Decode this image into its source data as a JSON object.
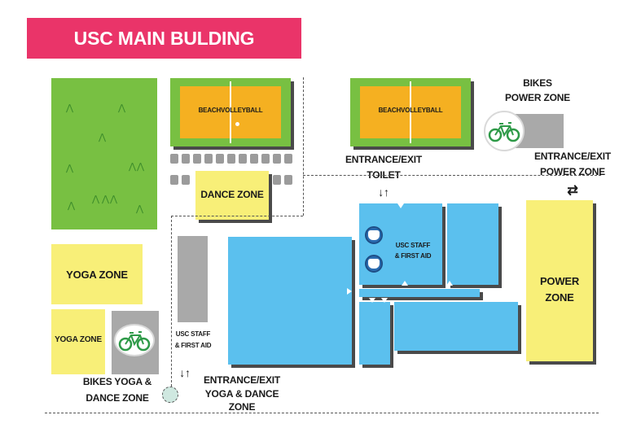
{
  "title": "USC MAIN BULDING",
  "zones": {
    "beach_volleyball_left": "BEACHVOLLEYBALL",
    "beach_volleyball_right": "BEACHVOLLEYBALL",
    "dance_zone": "DANCE ZONE",
    "yoga_zone_large": "YOGA ZONE",
    "yoga_zone_small": "YOGA ZONE",
    "power_zone_line1": "POWER",
    "power_zone_line2": "ZONE",
    "staff_first_aid_right_line1": "USC STAFF",
    "staff_first_aid_right_line2": "& FIRST AID",
    "staff_first_aid_left_line1": "USC STAFF",
    "staff_first_aid_left_line2": "& FIRST AID"
  },
  "labels": {
    "bikes_power_line1": "BIKES",
    "bikes_power_line2": "POWER ZONE",
    "entrance_toilet_line1": "ENTRANCE/EXIT",
    "entrance_toilet_line2": "TOILET",
    "entrance_power_line1": "ENTRANCE/EXIT",
    "entrance_power_line2": "POWER ZONE",
    "bikes_yoga_line1": "BIKES YOGA &",
    "bikes_yoga_line2": "DANCE ZONE",
    "entrance_yoga_line1": "ENTRANCE/EXIT",
    "entrance_yoga_line2": "YOGA & DANCE",
    "entrance_yoga_line3": "ZONE"
  },
  "arrows": {
    "toilet": "↓↑",
    "power": "⇄",
    "yoga": "↓↑"
  },
  "icons": {
    "bike": "bicycle-icon",
    "toilet": "toilet-icon",
    "tree": "tree-icon"
  },
  "colors": {
    "title_banner": "#ea3469",
    "grass": "#78c042",
    "yellow_zone": "#f8ef78",
    "building": "#5bc0ee",
    "court": "#f5b021",
    "bike_green": "#2e9a48",
    "gray": "#a9a9a9"
  }
}
